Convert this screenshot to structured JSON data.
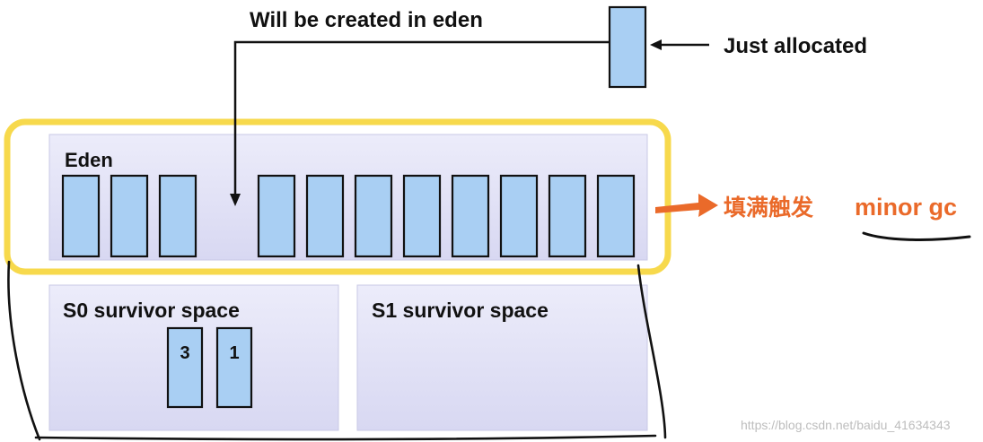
{
  "labels": {
    "top_caption": "Will be created in eden",
    "just_allocated": "Just allocated",
    "eden": "Eden",
    "s0": "S0 survivor space",
    "s1": "S1 survivor space",
    "trigger_cn": "填满触发",
    "trigger_gc": "minor gc",
    "watermark": "https://blog.csdn.net/baidu_41634343"
  },
  "s0_objects": [
    {
      "label": "3"
    },
    {
      "label": "1"
    }
  ],
  "colors": {
    "object_fill": "#a9cff3",
    "region_fill": "#e4e4f6",
    "highlight": "#f7d94c",
    "annotation": "#ea6a2a",
    "ink": "#111111"
  }
}
